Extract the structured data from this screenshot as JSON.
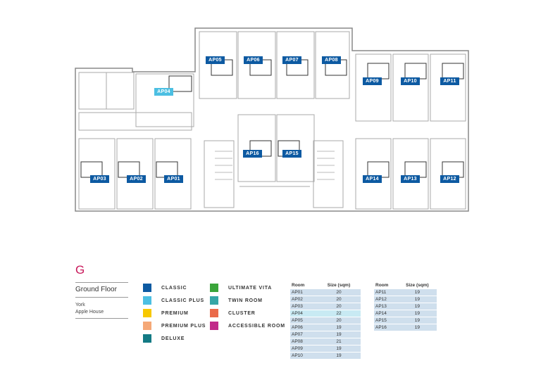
{
  "floor": {
    "letter": "G",
    "name": "Ground Floor",
    "city": "York",
    "building": "Apple House"
  },
  "rooms": {
    "AP01": "AP01",
    "AP02": "AP02",
    "AP03": "AP03",
    "AP04": "AP04",
    "AP05": "AP05",
    "AP06": "AP06",
    "AP07": "AP07",
    "AP08": "AP08",
    "AP09": "AP09",
    "AP10": "AP10",
    "AP11": "AP11",
    "AP12": "AP12",
    "AP13": "AP13",
    "AP14": "AP14",
    "AP15": "AP15",
    "AP16": "AP16"
  },
  "legend": [
    {
      "label": "CLASSIC",
      "color": "#0d5aa2"
    },
    {
      "label": "CLASSIC PLUS",
      "color": "#4cbfe2"
    },
    {
      "label": "PREMIUM",
      "color": "#f7c800"
    },
    {
      "label": "PREMIUM PLUS",
      "color": "#f5a877"
    },
    {
      "label": "DELUXE",
      "color": "#137a84"
    },
    {
      "label": "ULTIMATE VITA",
      "color": "#3aa53a"
    },
    {
      "label": "TWIN ROOM",
      "color": "#35a6a6"
    },
    {
      "label": "CLUSTER",
      "color": "#ea6a4a"
    },
    {
      "label": "ACCESSIBLE ROOM",
      "color": "#c12a8a"
    }
  ],
  "table": {
    "col_room": "Room",
    "col_size": "Size (sqm)",
    "left": [
      [
        "AP01",
        "20"
      ],
      [
        "AP02",
        "20"
      ],
      [
        "AP03",
        "20"
      ],
      [
        "AP04",
        "22"
      ],
      [
        "AP05",
        "20"
      ],
      [
        "AP06",
        "19"
      ],
      [
        "AP07",
        "19"
      ],
      [
        "AP08",
        "21"
      ],
      [
        "AP09",
        "19"
      ],
      [
        "AP10",
        "19"
      ]
    ],
    "right": [
      [
        "AP11",
        "19"
      ],
      [
        "AP12",
        "19"
      ],
      [
        "AP13",
        "19"
      ],
      [
        "AP14",
        "19"
      ],
      [
        "AP15",
        "19"
      ],
      [
        "AP16",
        "19"
      ]
    ]
  }
}
